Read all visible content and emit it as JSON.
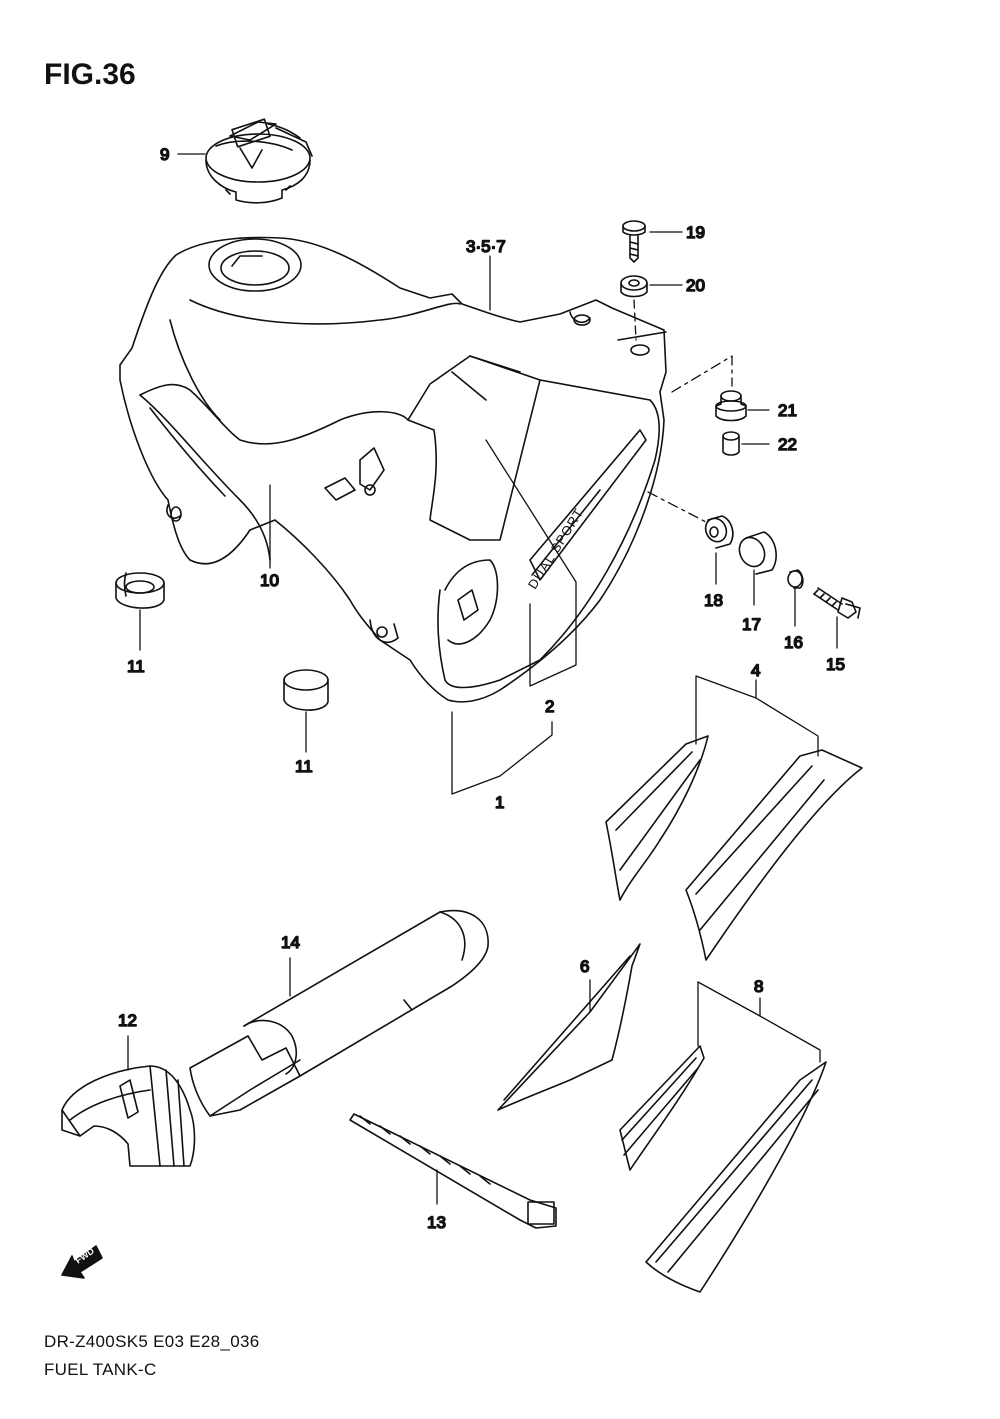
{
  "figure": {
    "title": "FIG.36",
    "model_code": "DR-Z400SK5 E03 E28_036",
    "caption": "FUEL TANK-C",
    "fwd_label": "FWD",
    "tank_decal_text": "DUAL SPORT"
  },
  "callouts": {
    "c1": "1",
    "c2": "2",
    "c357": "3·5·7",
    "c4": "4",
    "c6": "6",
    "c8": "8",
    "c9": "9",
    "c10": "10",
    "c11a": "11",
    "c11b": "11",
    "c12": "12",
    "c13": "13",
    "c14": "14",
    "c15": "15",
    "c16": "16",
    "c17": "17",
    "c18": "18",
    "c19": "19",
    "c20": "20",
    "c21": "21",
    "c22": "22"
  }
}
